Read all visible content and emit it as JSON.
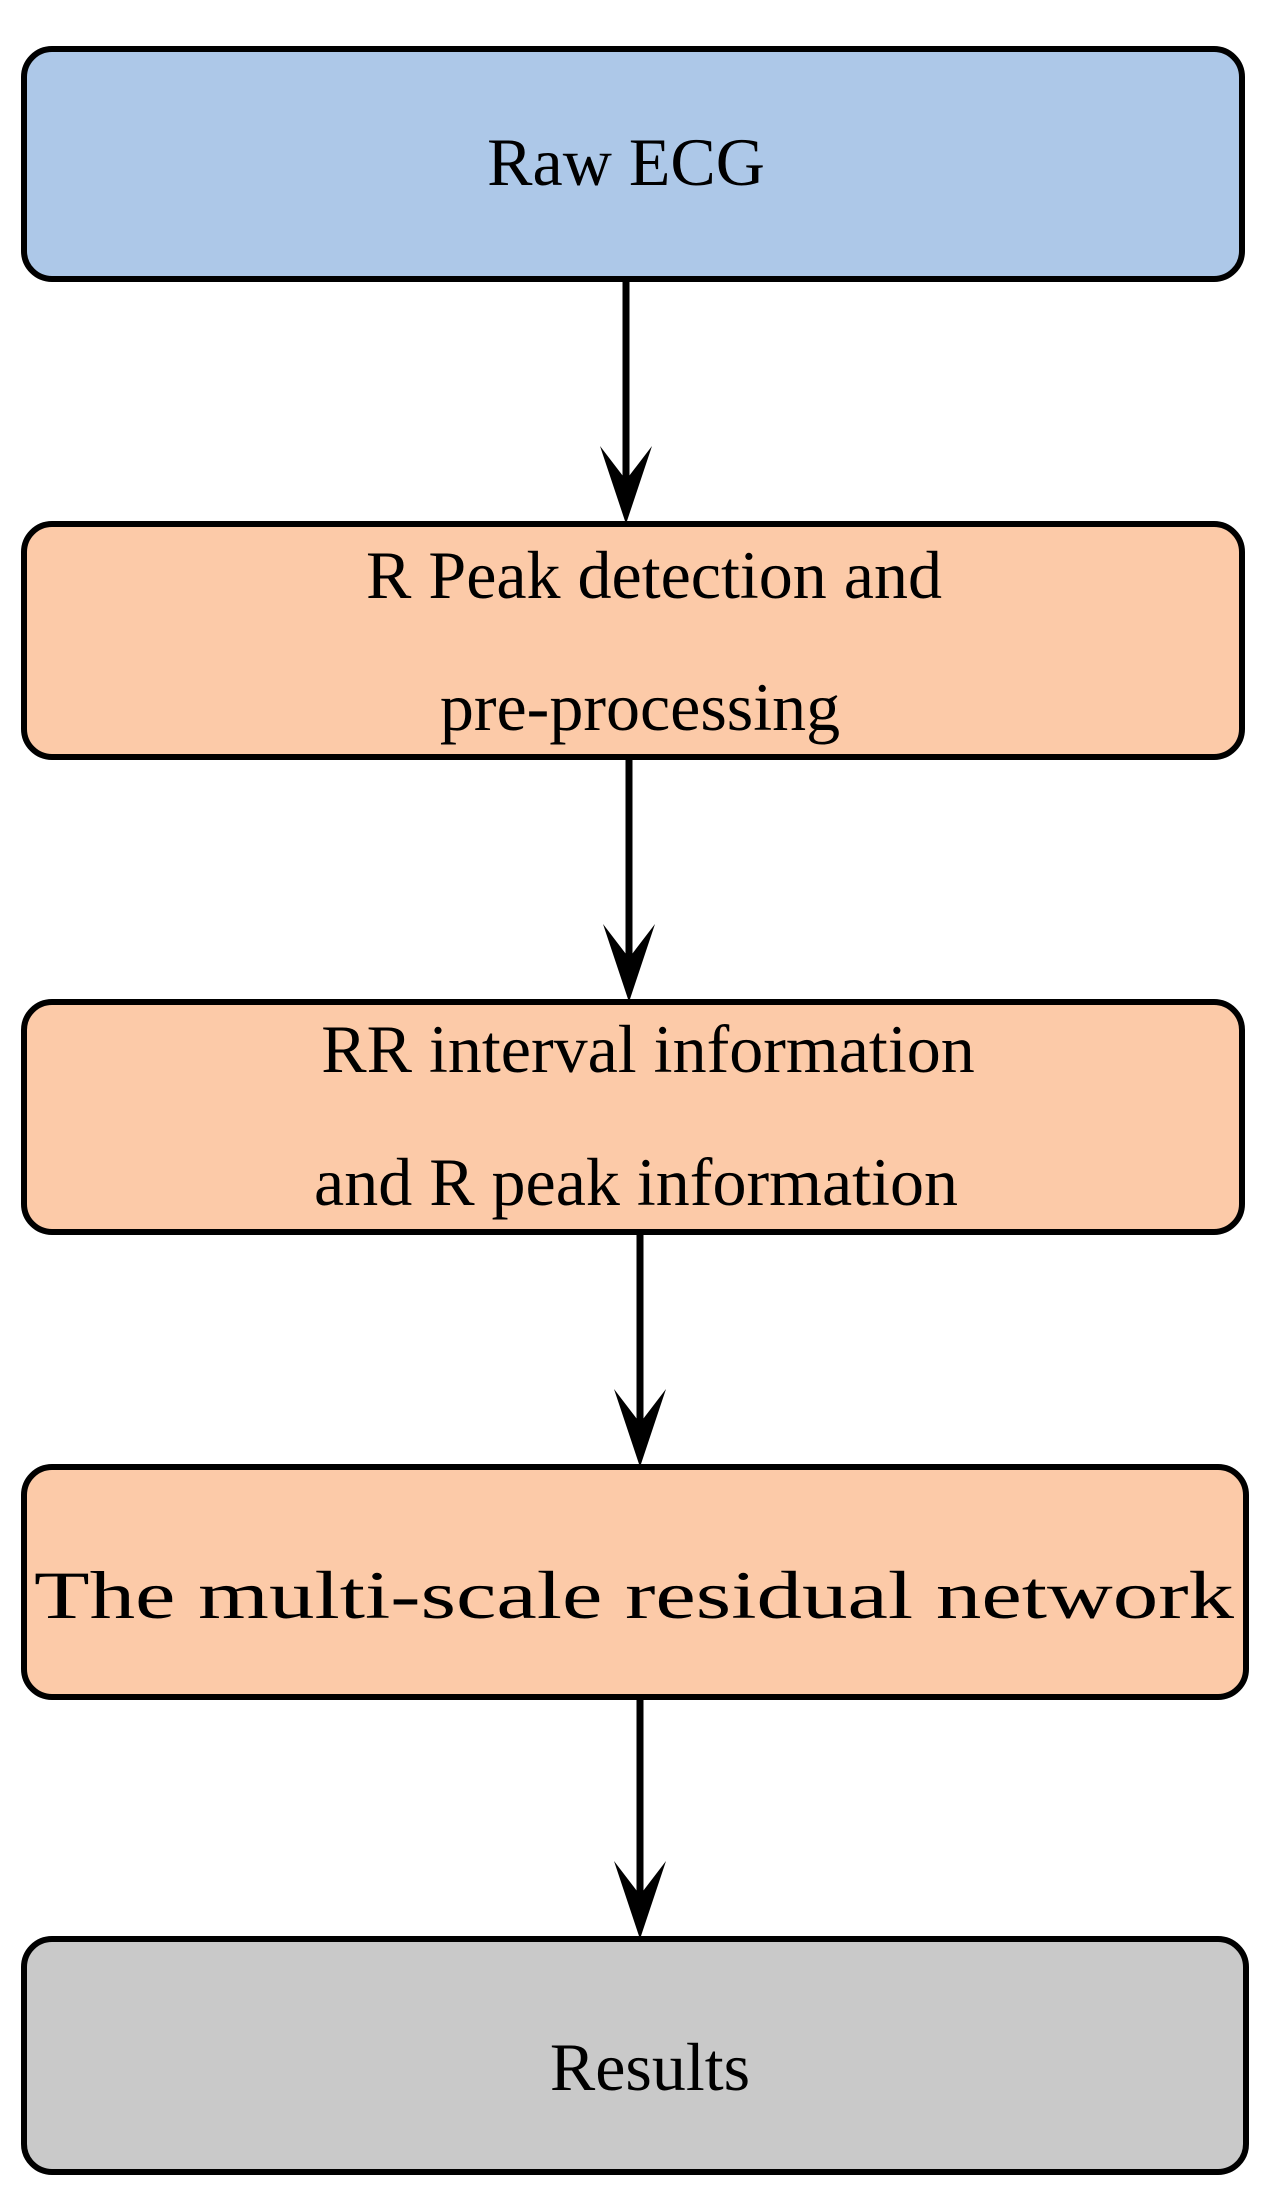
{
  "nodes": [
    {
      "id": "raw-ecg",
      "lines": [
        "Raw ECG"
      ],
      "fill": "#adc8e8"
    },
    {
      "id": "r-peak-detection",
      "lines": [
        "R Peak detection and",
        "pre-processing"
      ],
      "fill": "#fccaa8"
    },
    {
      "id": "rr-interval",
      "lines": [
        "RR  interval  information",
        "and R peak information"
      ],
      "fill": "#fccaa8"
    },
    {
      "id": "multi-scale-resnet",
      "lines": [
        "The multi-scale residual network"
      ],
      "fill": "#fccaa8"
    },
    {
      "id": "results",
      "lines": [
        "Results"
      ],
      "fill": "#c9c9c9"
    }
  ],
  "edges": [
    {
      "from": "raw-ecg",
      "to": "r-peak-detection"
    },
    {
      "from": "r-peak-detection",
      "to": "rr-interval"
    },
    {
      "from": "rr-interval",
      "to": "multi-scale-resnet"
    },
    {
      "from": "multi-scale-resnet",
      "to": "results"
    }
  ]
}
